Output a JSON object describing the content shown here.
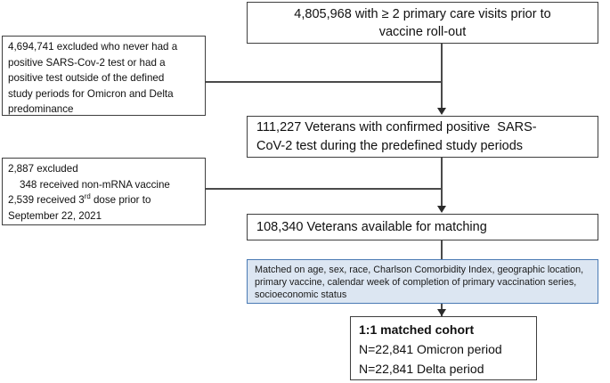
{
  "diagram": {
    "title": "Study cohort selection flow diagram",
    "colors": {
      "box_border": "#3f3f3f",
      "connector": "#4a4a4a",
      "highlight_fill": "#dce6f2",
      "highlight_border": "#4a7ab4"
    },
    "nodes": {
      "source": {
        "name": "source-population-box",
        "lines": [
          "4,805,968 with ≥ 2 primary care visits prior to",
          "vaccine roll-out"
        ]
      },
      "confirmed": {
        "name": "confirmed-positive-box",
        "lines": [
          "111,227 Veterans with confirmed positive  SARS-",
          "CoV-2 test during the predefined study periods"
        ]
      },
      "available": {
        "name": "available-for-matching-box",
        "lines": [
          "108,340 Veterans available for matching"
        ]
      },
      "matched_on": {
        "name": "matching-criteria-box",
        "lines": [
          "Matched on age, sex, race, Charlson Comorbidity Index, geographic location,",
          "primary vaccine, calendar week of completion of primary vaccination series,",
          "socioeconomic status"
        ]
      },
      "cohort": {
        "name": "final-matched-cohort-box",
        "heading": "1:1 matched cohort",
        "lines": [
          "N=22,841 Omicron period",
          "N=22,841 Delta period"
        ]
      },
      "exclusion_1": {
        "name": "exclusion-box-no-positive-test",
        "lines": [
          "4,694,741 excluded who never had a",
          "positive SARS-Cov-2 test or had a",
          "positive test outside of the defined",
          "study periods for Omicron and Delta",
          "predominance"
        ]
      },
      "exclusion_2": {
        "name": "exclusion-box-vaccine-criteria",
        "line_1": "2,887 excluded",
        "line_2": "348 received non-mRNA vaccine",
        "line_3_pre": "2,539 received 3",
        "line_3_sup": "rd",
        "line_3_post": " dose prior to",
        "line_4": "September 22, 2021"
      }
    }
  }
}
